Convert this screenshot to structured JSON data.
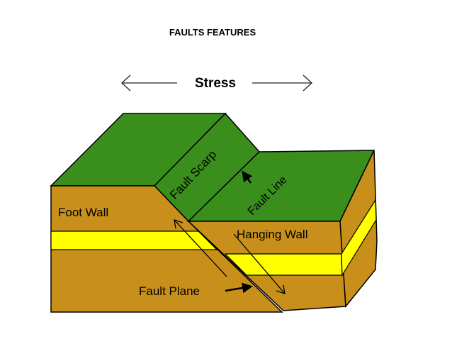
{
  "title": "FAULTS FEATURES",
  "diagram": {
    "stress_label": "Stress",
    "labels": {
      "foot_wall": "Foot Wall",
      "hanging_wall": "Hanging Wall",
      "fault_scarp": "Fault Scarp",
      "fault_line": "Fault Line",
      "fault_plane": "Fault Plane"
    },
    "colors": {
      "surface_green": "#3a8f1c",
      "rock_brown": "#c8901a",
      "layer_yellow": "#ffff00"
    }
  }
}
